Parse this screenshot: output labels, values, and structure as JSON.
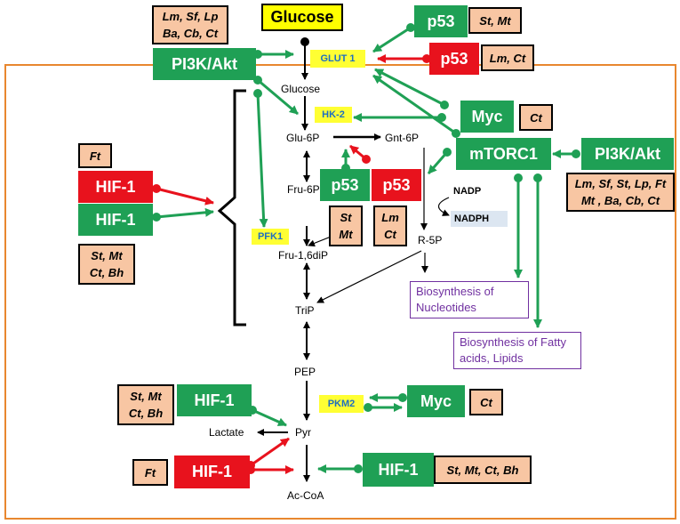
{
  "nodes": {
    "glucose_input": "Glucose",
    "pi3k_top": "PI3K/Akt",
    "p53_green_top": "p53",
    "p53_red_top": "p53",
    "myc_top": "Myc",
    "mtorc1": "mTORC1",
    "pi3k_right": "PI3K/Akt",
    "hif1_red_left": "HIF-1",
    "hif1_green_left": "HIF-1",
    "p53_green_mid": "p53",
    "p53_red_mid": "p53",
    "hif1_green_pkm": "HIF-1",
    "myc_bottom": "Myc",
    "hif1_red_bottom": "HIF-1",
    "hif1_green_bottom": "HIF-1"
  },
  "species": {
    "top_left": "Lm, Sf, Lp\nBa, Cb, Ct",
    "p53_green_top": "St, Mt",
    "p53_red_top": "Lm, Ct",
    "myc_top": "Ct",
    "pi3k_right": "Lm, Sf, St, Lp, Ft\nMt , Ba, Cb, Ct",
    "hif1_red_left": "Ft",
    "hif1_green_left": "St, Mt\nCt, Bh",
    "p53_green_mid": "St\nMt",
    "p53_red_mid": "Lm\nCt",
    "hif1_green_pkm": "St, Mt\nCt, Bh",
    "myc_bottom": "Ct",
    "hif1_red_bottom": "Ft",
    "hif1_green_bottom": "St, Mt, Ct, Bh"
  },
  "enzymes": {
    "glut1": "GLUT 1",
    "hk2": "HK-2",
    "pfk1": "PFK1",
    "pkm2": "PKM2"
  },
  "metabolites": {
    "glucose": "Glucose",
    "glu6p": "Glu-6P",
    "gnt6p": "Gnt-6P",
    "fru6p": "Fru-6P",
    "fru16dip": "Fru-1,6diP",
    "trip": "TriP",
    "pep": "PEP",
    "pyr": "Pyr",
    "lactate": "Lactate",
    "acoa": "Ac-CoA",
    "r5p": "R-5P",
    "nadp": "NADP",
    "nadph": "NADPH"
  },
  "outputs": {
    "nucleotides": "Biosynthesis of Nucleotides",
    "lipids": "Biosynthesis of Fatty acids, Lipids"
  },
  "colors": {
    "activation": "#1fa055",
    "inhibition": "#e8121d",
    "frame": "#e8872f",
    "output": "#7030a0"
  }
}
